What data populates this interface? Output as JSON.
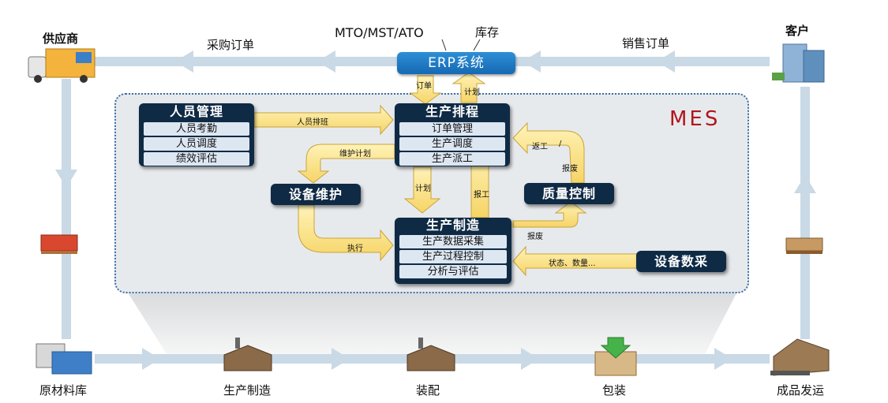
{
  "nodes": {
    "supplier": "供应商",
    "customer": "客户",
    "raw_warehouse": "原材料库",
    "manufacturing": "生产制造",
    "assembly": "装配",
    "packaging": "包装",
    "shipping": "成品发运"
  },
  "flows": {
    "purchase_order": "采购订单",
    "sales_order": "销售订单",
    "mto": "MTO/MST/ATO",
    "inventory": "库存"
  },
  "erp": "ERP系统",
  "mes": {
    "title": "MES",
    "personnel": {
      "head": "人员管理",
      "items": [
        "人员考勤",
        "人员调度",
        "绩效评估"
      ]
    },
    "scheduling": {
      "head": "生产排程",
      "items": [
        "订单管理",
        "生产调度",
        "生产派工"
      ]
    },
    "maintenance": {
      "head": "设备维护"
    },
    "quality": {
      "head": "质量控制"
    },
    "production": {
      "head": "生产制造",
      "items": [
        "生产数据采集",
        "生产过程控制",
        "分析与评估"
      ]
    },
    "equipment_data": {
      "head": "设备数采"
    }
  },
  "arrows": {
    "order": "订单",
    "plan_up": "计划",
    "shift": "人员排班",
    "maint_plan": "维护计划",
    "plan_down": "计划",
    "report_work": "报工",
    "rework": "返工",
    "slash": "/",
    "scrap1": "报废",
    "scrap2": "报废",
    "execute": "执行",
    "status": "状态、数量..."
  },
  "colors": {
    "erp_blue": "#1f7cc7",
    "mes_red": "#b0161c",
    "box_navy": "#0f2a44",
    "arrow_yellow": "#fde58a",
    "flow_blue": "#c9d9e6"
  }
}
